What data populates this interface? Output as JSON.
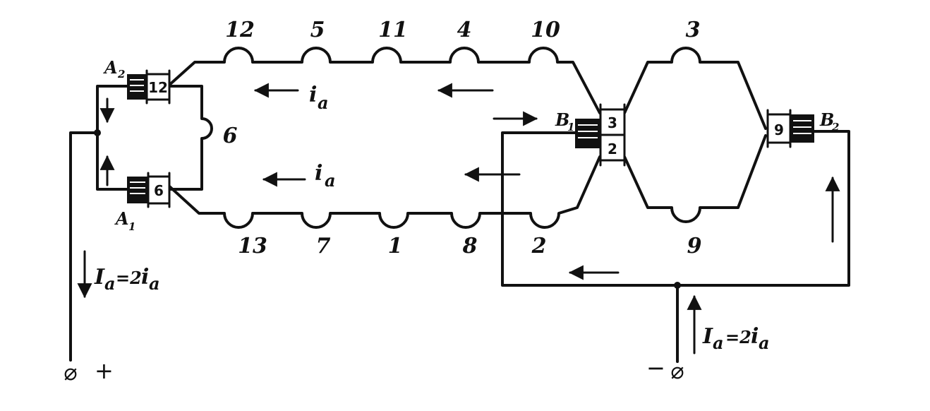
{
  "coils_top": [
    "12",
    "5",
    "11",
    "4",
    "10"
  ],
  "coils_bottom": [
    "13",
    "7",
    "1",
    "8",
    "2"
  ],
  "right_top_coil": "3",
  "right_bottom_coil": "9",
  "side_coil": "6",
  "brushes": {
    "a2": {
      "name": "A",
      "sub": "2",
      "segment": "12"
    },
    "a1": {
      "name": "A",
      "sub": "1",
      "segment": "6"
    },
    "b1": {
      "name": "B",
      "sub": "1",
      "segment_top": "3",
      "segment_bottom": "2"
    },
    "b2": {
      "name": "B",
      "sub": "2",
      "segment": "9"
    }
  },
  "currents": {
    "branch": {
      "main": "i",
      "sub": "a"
    },
    "total": {
      "main": "I",
      "sub": "a",
      "eq": "=2",
      "rhs": "i",
      "rhs_sub": "a"
    }
  },
  "terminals": {
    "plus": "+",
    "minus": "−",
    "symbol": "⌀"
  }
}
